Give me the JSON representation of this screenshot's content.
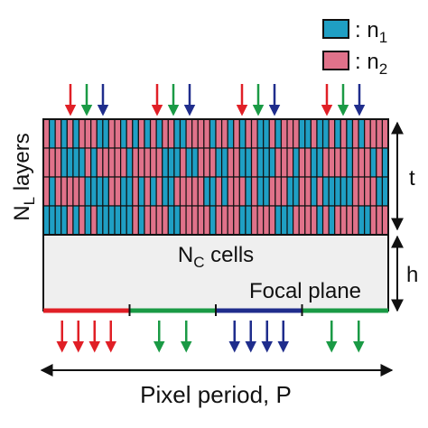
{
  "legend": [
    {
      "label_main": ": n",
      "label_sub": "1",
      "color": "#1f9fc4"
    },
    {
      "label_main": ": n",
      "label_sub": "2",
      "color": "#e0728a"
    }
  ],
  "diagram": {
    "layers_label_main": "N",
    "layers_label_sub": "L",
    "layers_label_rest": " layers",
    "cells_label_main": "N",
    "cells_label_sub": "C",
    "cells_label_rest": " cells",
    "focal_plane_label": "Focal plane",
    "thickness_label": "t",
    "height_label": "h",
    "period_label": "Pixel period, P"
  },
  "colors": {
    "n1": "#1f9fc4",
    "n2": "#e0728a",
    "red": "#e01f26",
    "green": "#1a9a45",
    "blue": "#1f2d8c",
    "substrate": "#efefef",
    "outline": "#111111"
  },
  "layer_patterns": [
    "0101010001100101010100110000100101001101000110110101010000",
    "0001111010000010000011101100011001101110001001100001000101",
    "0100000111100110101011000001101000101100011001011111000011",
    "1111010101111110100001100000100001100001110000101000011000"
  ],
  "focal_segments": [
    "red",
    "green",
    "blue",
    "green"
  ],
  "top_arrow_colors": [
    "red",
    "green",
    "blue"
  ],
  "bottom_arrow_groups": [
    {
      "color": "red",
      "count": 4
    },
    {
      "color": "green",
      "count": 2
    },
    {
      "color": "blue",
      "count": 4
    },
    {
      "color": "green",
      "count": 2
    }
  ]
}
